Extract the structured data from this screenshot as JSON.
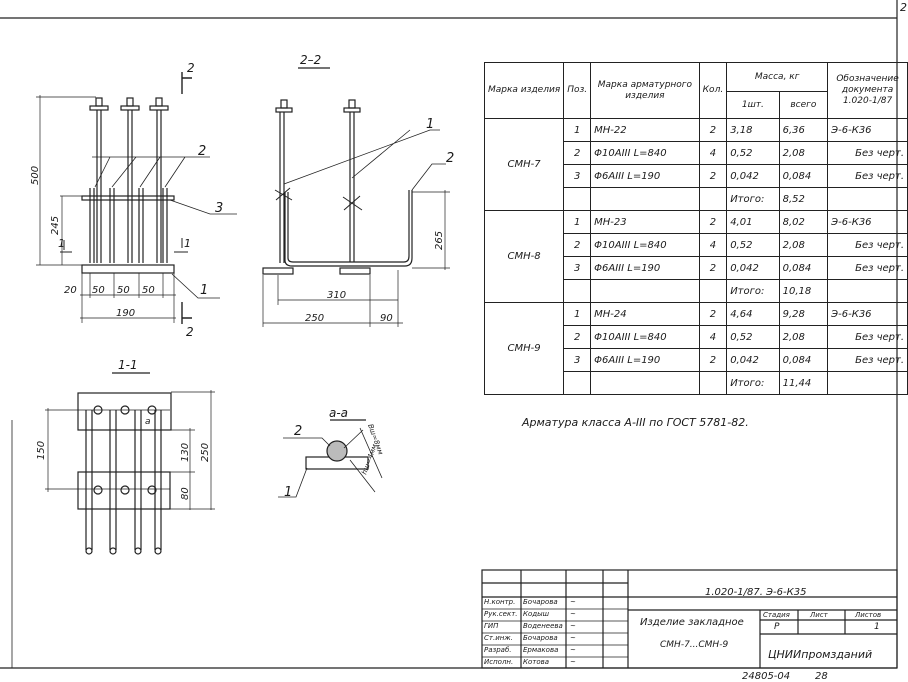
{
  "sheet_number": "2",
  "drawing": {
    "views": {
      "front": {
        "section_mark_top": "2",
        "section_mark_bottom": "2",
        "section_1_left": "1",
        "section_1_right": "1",
        "dims": {
          "height_total": "500",
          "height_bar": "245",
          "d20": "20",
          "d50a": "50",
          "d50b": "50",
          "d50c": "50",
          "width": "190"
        },
        "callouts": {
          "c1": "1",
          "c2": "2",
          "c3": "3"
        }
      },
      "section_2_2": {
        "title": "2–2",
        "dims": {
          "d310": "310",
          "d250": "250",
          "d90": "90",
          "d265": "265"
        },
        "callouts": {
          "c1": "1",
          "c2": "2"
        }
      },
      "section_1_1": {
        "title": "1-1",
        "dims": {
          "d150": "150",
          "d130": "130",
          "d80": "80",
          "d250": "250"
        },
        "detail_mark": "а"
      },
      "detail_a_a": {
        "title": "а-а",
        "callouts": {
          "c1": "1",
          "c2": "2"
        },
        "weld_width": "Вш=8мм",
        "weld_height": "hш=4мм"
      }
    }
  },
  "spec_table": {
    "headers": {
      "mark": "Марка изделия",
      "pos": "Поз.",
      "rebar_mark": "Марка арматурного изделия",
      "qty": "Кол.",
      "mass": "Масса, кг",
      "mass_unit": "1шт.",
      "mass_total": "всего",
      "doc": "Обозначение документа 1.020-1/87"
    },
    "groups": [
      {
        "mark": "СМН-7",
        "rows": [
          {
            "pos": "1",
            "item": "МН-22",
            "qty": "2",
            "unit": "3,18",
            "total": "6,36",
            "doc": "Э-6-К36"
          },
          {
            "pos": "2",
            "item": "Φ10АIII L=840",
            "qty": "4",
            "unit": "0,52",
            "total": "2,08",
            "doc": "Без черт."
          },
          {
            "pos": "3",
            "item": "Φ6АIII L=190",
            "qty": "2",
            "unit": "0,042",
            "total": "0,084",
            "doc": "Без черт."
          }
        ],
        "total_label": "Итого:",
        "total": "8,52"
      },
      {
        "mark": "СМН-8",
        "rows": [
          {
            "pos": "1",
            "item": "МН-23",
            "qty": "2",
            "unit": "4,01",
            "total": "8,02",
            "doc": "Э-6-К36"
          },
          {
            "pos": "2",
            "item": "Φ10АIII L=840",
            "qty": "4",
            "unit": "0,52",
            "total": "2,08",
            "doc": "Без черт."
          },
          {
            "pos": "3",
            "item": "Φ6АIII L=190",
            "qty": "2",
            "unit": "0,042",
            "total": "0,084",
            "doc": "Без черт."
          }
        ],
        "total_label": "Итого:",
        "total": "10,18"
      },
      {
        "mark": "СМН-9",
        "rows": [
          {
            "pos": "1",
            "item": "МН-24",
            "qty": "2",
            "unit": "4,64",
            "total": "9,28",
            "doc": "Э-6-К36"
          },
          {
            "pos": "2",
            "item": "Φ10АIII L=840",
            "qty": "4",
            "unit": "0,52",
            "total": "2,08",
            "doc": "Без черт."
          },
          {
            "pos": "3",
            "item": "Φ6АIII L=190",
            "qty": "2",
            "unit": "0,042",
            "total": "0,084",
            "doc": "Без черт."
          }
        ],
        "total_label": "Итого:",
        "total": "11,44"
      }
    ]
  },
  "note": "Арматура класса А-III по ГОСТ 5781-82.",
  "title_block": {
    "designation": "1.020-1/87. Э-6-К35",
    "signatures": [
      {
        "role": "Н.контр.",
        "name": "Бочарова"
      },
      {
        "role": "Рук.сект.",
        "name": "Кодыш"
      },
      {
        "role": "ГИП",
        "name": "Воденеева"
      },
      {
        "role": "Ст.инж.",
        "name": "Бочарова"
      },
      {
        "role": "Разраб.",
        "name": "Ермакова"
      },
      {
        "role": "Исполн.",
        "name": "Котова"
      }
    ],
    "name_line1": "Изделие закладное",
    "name_line2": "СМН-7...СМН-9",
    "stage_label": "Стадия",
    "sheet_label": "Лист",
    "sheets_label": "Листов",
    "stage": "Р",
    "sheets": "1",
    "organization": "ЦНИИпромзданий"
  },
  "bottom_code": "24805-04",
  "bottom_page": "28"
}
